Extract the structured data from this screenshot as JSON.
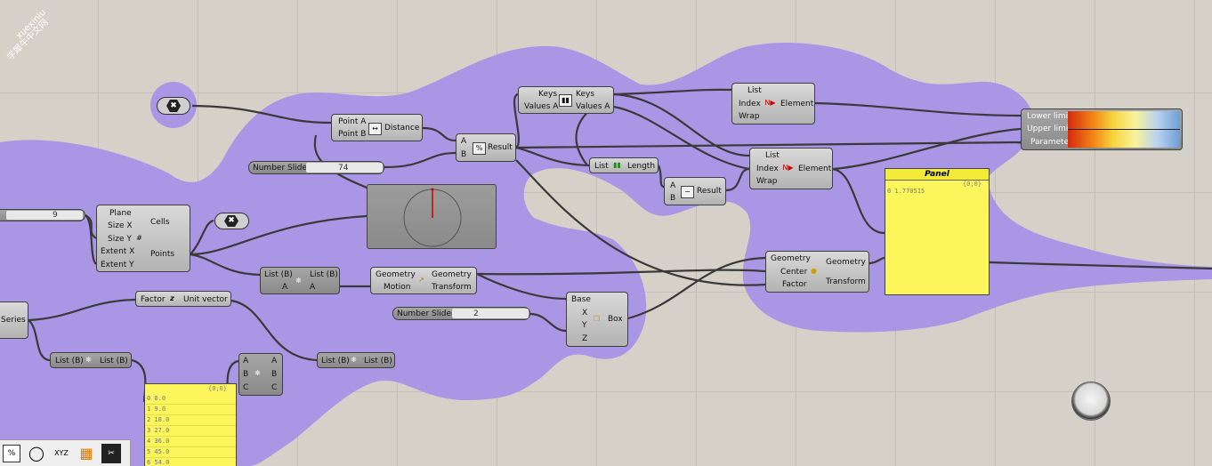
{
  "watermark": {
    "line1": "xuexiniu",
    "line2": "学犀牛中文网"
  },
  "components": {
    "hex1": {
      "glyph": "✖"
    },
    "hex2": {
      "glyph": "✖"
    },
    "distance": {
      "in1": "Point A",
      "in2": "Point B",
      "out": "Distance"
    },
    "slider_74": {
      "name": "Number Slider",
      "value": "74"
    },
    "slider_9": {
      "value": "9"
    },
    "slider_2": {
      "name": "Number Slider",
      "value": "2"
    },
    "division": {
      "in1": "A",
      "in2": "B",
      "out": "Result",
      "glyph": "%"
    },
    "sort": {
      "in1": "Keys",
      "in2": "Values A",
      "out1": "Keys",
      "out2": "Values A"
    },
    "list_item1": {
      "in1": "List",
      "in2": "Index",
      "in3": "Wrap",
      "out": "Element"
    },
    "list_item2": {
      "in1": "List",
      "in2": "Index",
      "in3": "Wrap",
      "out": "Element"
    },
    "list_length": {
      "in": "List",
      "out": "Length"
    },
    "subtraction": {
      "in1": "A",
      "in2": "B",
      "out": "Result",
      "glyph": "−"
    },
    "grid": {
      "in1": "Plane",
      "in2": "Size X",
      "in3": "Size Y",
      "in4": "Extent X",
      "in5": "Extent Y",
      "out1": "Cells",
      "out2": "Points"
    },
    "jitter": {
      "in": "List (B)",
      "out": "List (B)",
      "in2": "A",
      "out2": "A"
    },
    "move": {
      "in1": "Geometry",
      "in2": "Motion",
      "out1": "Geometry",
      "out2": "Transform"
    },
    "unit_vector": {
      "in": "Factor",
      "out": "Unit vector"
    },
    "box": {
      "in1": "Base",
      "in2": "X",
      "in3": "Y",
      "in4": "Z",
      "out": "Box"
    },
    "series": {
      "out": "Series"
    },
    "list_b_left": {
      "in": "List (B)",
      "out": "List (B)"
    },
    "list_b_mid": {
      "in": "List (B)",
      "out": "List (B)"
    },
    "abc": {
      "in1": "A",
      "in2": "B",
      "in3": "C",
      "out1": "A",
      "out2": "B",
      "out3": "C"
    },
    "scale": {
      "in1": "Geometry",
      "in2": "Center",
      "in3": "Factor",
      "out1": "Geometry",
      "out2": "Transform"
    },
    "gradient": {
      "in1": "Lower limit",
      "in2": "Upper limit",
      "in3": "Parameter"
    }
  },
  "panel": {
    "title": "Panel",
    "path": "{0;0}",
    "row": "0 1.770515"
  },
  "panel2": {
    "path": "{0;0}",
    "rows": [
      "0 0.0",
      "1 9.0",
      "2 18.0",
      "3 27.0",
      "4 36.0",
      "5 45.0",
      "6 54.0"
    ]
  },
  "toolbar": {
    "b1": "%",
    "b2": "◯",
    "b3": "XYZ",
    "b4": "▦",
    "b5": "✂"
  },
  "colors": {
    "group": "#a996e5",
    "canvas": "#d5d1c9",
    "panel": "#fcf55c"
  }
}
